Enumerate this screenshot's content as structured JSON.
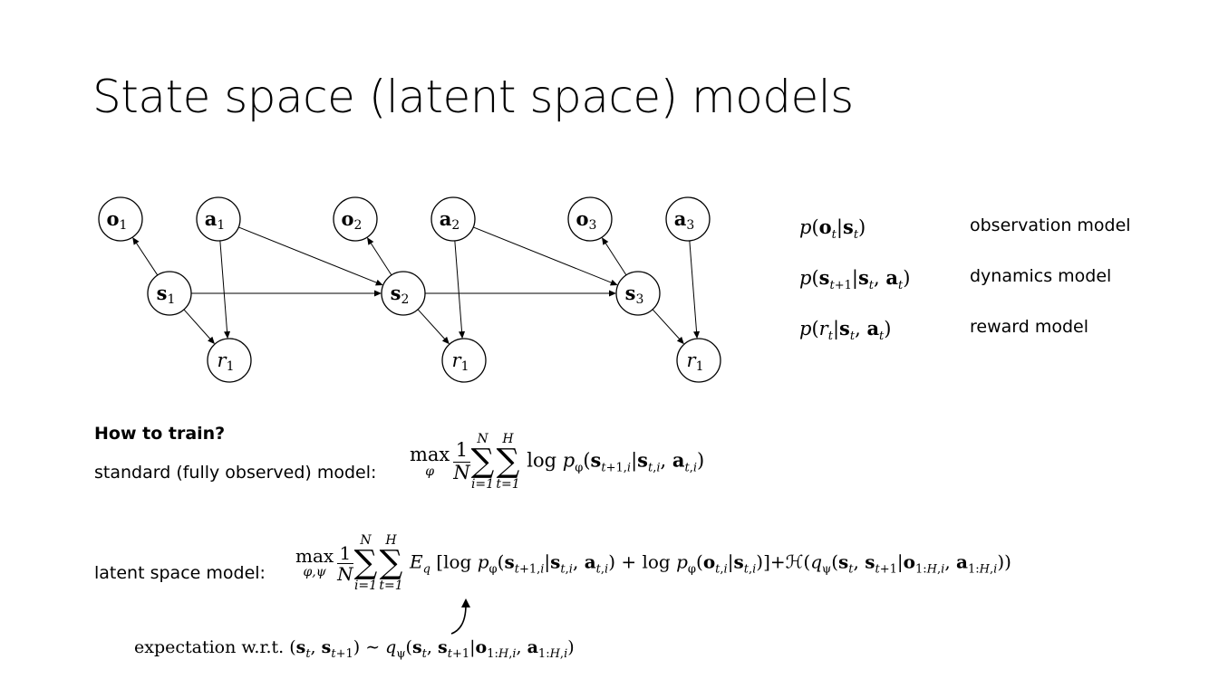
{
  "title": "State space (latent space) models",
  "graph": {
    "nodes": [
      {
        "id": "o1",
        "base": "o",
        "sub": "1",
        "bold": true
      },
      {
        "id": "a1",
        "base": "a",
        "sub": "1",
        "bold": true
      },
      {
        "id": "s1",
        "base": "s",
        "sub": "1",
        "bold": true
      },
      {
        "id": "r1a",
        "base": "r",
        "sub": "1",
        "bold": false
      },
      {
        "id": "o2",
        "base": "o",
        "sub": "2",
        "bold": true
      },
      {
        "id": "a2",
        "base": "a",
        "sub": "2",
        "bold": true
      },
      {
        "id": "s2",
        "base": "s",
        "sub": "2",
        "bold": true
      },
      {
        "id": "r1b",
        "base": "r",
        "sub": "1",
        "bold": false
      },
      {
        "id": "o3",
        "base": "o",
        "sub": "3",
        "bold": true
      },
      {
        "id": "a3",
        "base": "a",
        "sub": "3",
        "bold": true
      },
      {
        "id": "s3",
        "base": "s",
        "sub": "3",
        "bold": true
      },
      {
        "id": "r1c",
        "base": "r",
        "sub": "1",
        "bold": false
      }
    ],
    "edges": [
      [
        "s1",
        "o1"
      ],
      [
        "s1",
        "s2"
      ],
      [
        "s1",
        "r1a"
      ],
      [
        "a1",
        "r1a"
      ],
      [
        "a1",
        "s2"
      ],
      [
        "s2",
        "o2"
      ],
      [
        "s2",
        "s3"
      ],
      [
        "s2",
        "r1b"
      ],
      [
        "a2",
        "r1b"
      ],
      [
        "a2",
        "s3"
      ],
      [
        "s3",
        "o3"
      ],
      [
        "s3",
        "r1c"
      ],
      [
        "a3",
        "r1c"
      ]
    ]
  },
  "models": [
    {
      "label": "observation model"
    },
    {
      "label": "dynamics model"
    },
    {
      "label": "reward model"
    }
  ],
  "training": {
    "heading": "How to train?",
    "standard_label": "standard (fully observed) model:",
    "latent_label": "latent space model:",
    "expectation_text": "expectation w.r.t."
  }
}
